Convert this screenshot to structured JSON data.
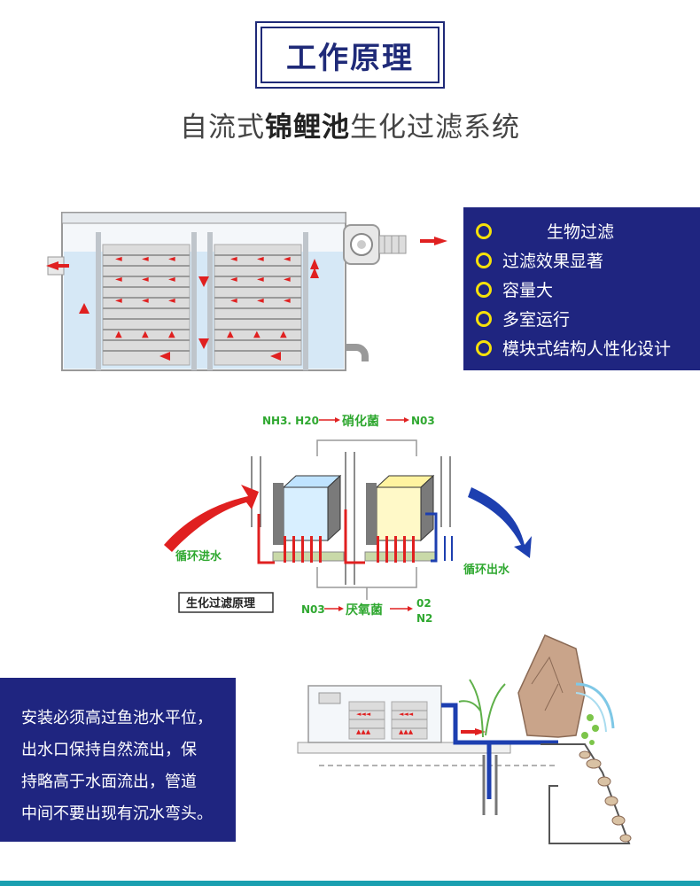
{
  "title": "工作原理",
  "subtitle": {
    "part1": "自流式",
    "part2": "锦鲤池",
    "part3": "生化过滤系统"
  },
  "features": [
    "生物过滤",
    "过滤效果显著",
    "容量大",
    "多室运行",
    "模块式结构人性化设计"
  ],
  "diagram2": {
    "top_left": "NH3. H20",
    "top_mid": "硝化菌",
    "top_right": "N03",
    "bottom_left": "N03",
    "bottom_mid": "厌氧菌",
    "bottom_right_1": "02",
    "bottom_right_2": "N2",
    "inlet": "循环进水",
    "outlet": "循环出水",
    "caption": "生化过滤原理"
  },
  "note_lines": [
    "安装必须高过鱼池水平位，",
    "出水口保持自然流出，保",
    "持略高于水面流出，管道",
    "中间不要出现有沉水弯头。"
  ],
  "colors": {
    "navy": "#1f2580",
    "yellow_dot": "#f5e10a",
    "arrow_red": "#e02020",
    "label_green": "#2fa830",
    "teal_line": "#1a9fb0"
  }
}
